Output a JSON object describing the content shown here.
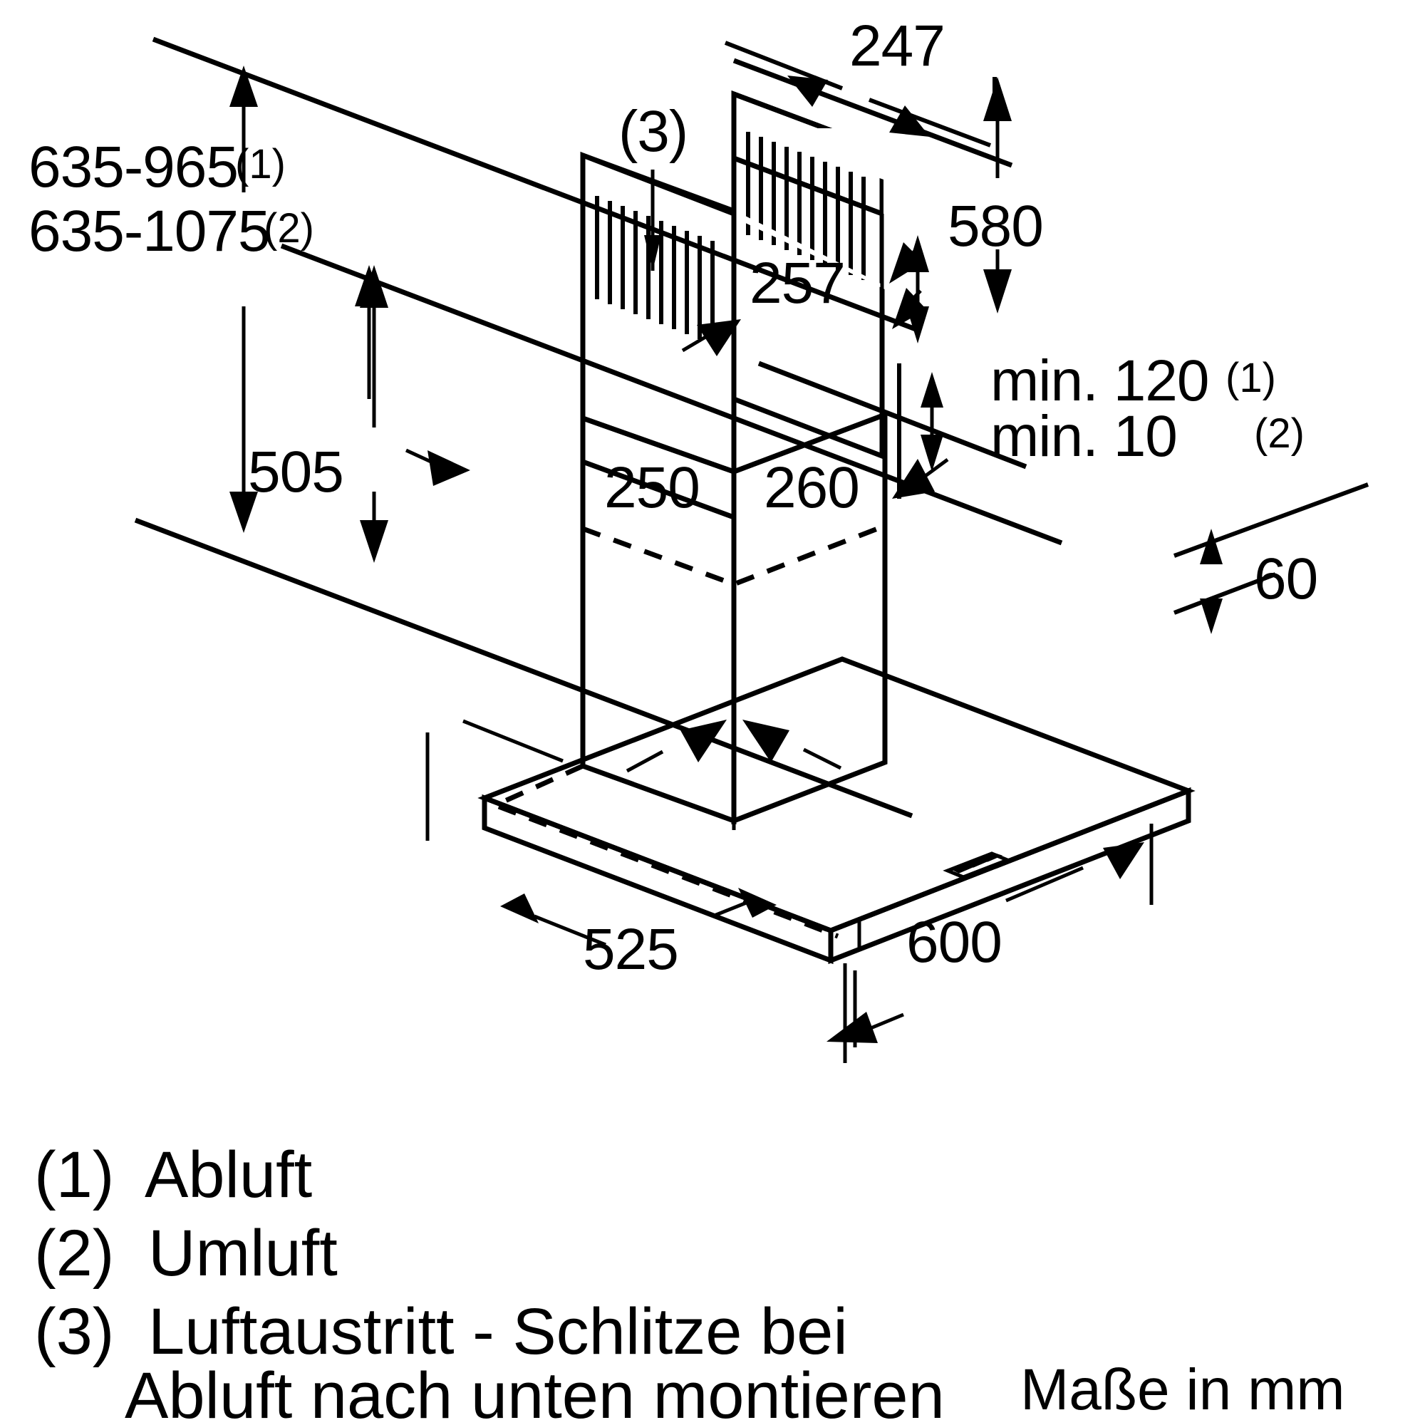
{
  "drawing": {
    "title": "Dunstabzugshaube Maßzeichnung",
    "units_note": "Maße in mm",
    "dimensions": {
      "height_abluft": "635-965",
      "height_abluft_ref": "(1)",
      "height_umluft": "635-1075",
      "height_umluft_ref": "(2)",
      "chimney_depth_top": "247",
      "chimney_height_total": "580",
      "chimney_width_upper": "257",
      "body_height": "505",
      "body_width": "250",
      "body_depth": "260",
      "min_gap_abluft": "min. 120",
      "min_gap_abluft_ref": "(1)",
      "min_gap_umluft": "min. 10",
      "min_gap_umluft_ref": "(2)",
      "canopy_thickness": "60",
      "canopy_depth": "525",
      "canopy_width": "600",
      "outlet_callout": "(3)"
    },
    "legend": [
      {
        "marker": "(1)",
        "text": "Abluft"
      },
      {
        "marker": "(2)",
        "text": "Umluft"
      },
      {
        "marker": "(3)",
        "text": "Luftaustritt - Schlitze bei"
      },
      {
        "marker": "",
        "text": "Abluft nach unten montieren"
      }
    ],
    "colors": {
      "line": "#000000",
      "background": "#ffffff"
    }
  }
}
